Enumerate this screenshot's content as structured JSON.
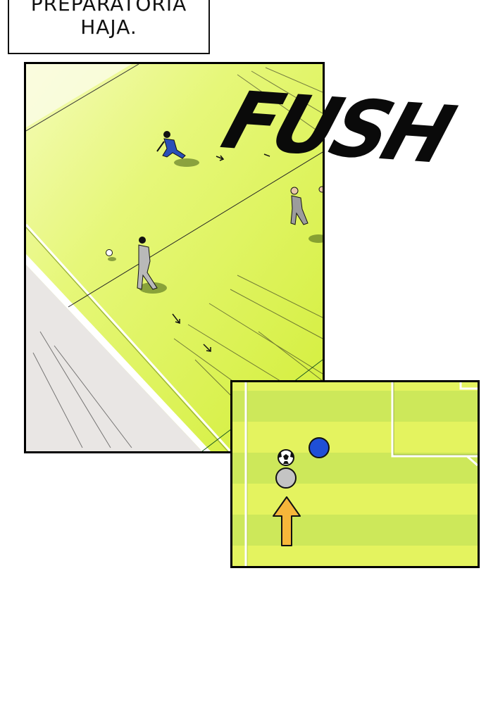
{
  "caption": {
    "lines": [
      "PREPARATÓRIA",
      "HAJA."
    ]
  },
  "sound_effect": {
    "text": "FUSH"
  },
  "main_panel": {
    "description_icons": [
      "player-blue-icon",
      "player-gray-icon",
      "player-opponent-icon",
      "ball-icon"
    ]
  },
  "tactical_inset": {
    "icons": [
      "ball-icon",
      "player-blue-marker",
      "player-gray-marker",
      "direction-arrow-icon"
    ],
    "colors": {
      "pitch_light": "#e4f35f",
      "pitch_dark": "#cde85a",
      "blue_marker": "#1f4fd6",
      "gray_marker": "#c4c4c4",
      "arrow": "#f6b63a"
    }
  }
}
